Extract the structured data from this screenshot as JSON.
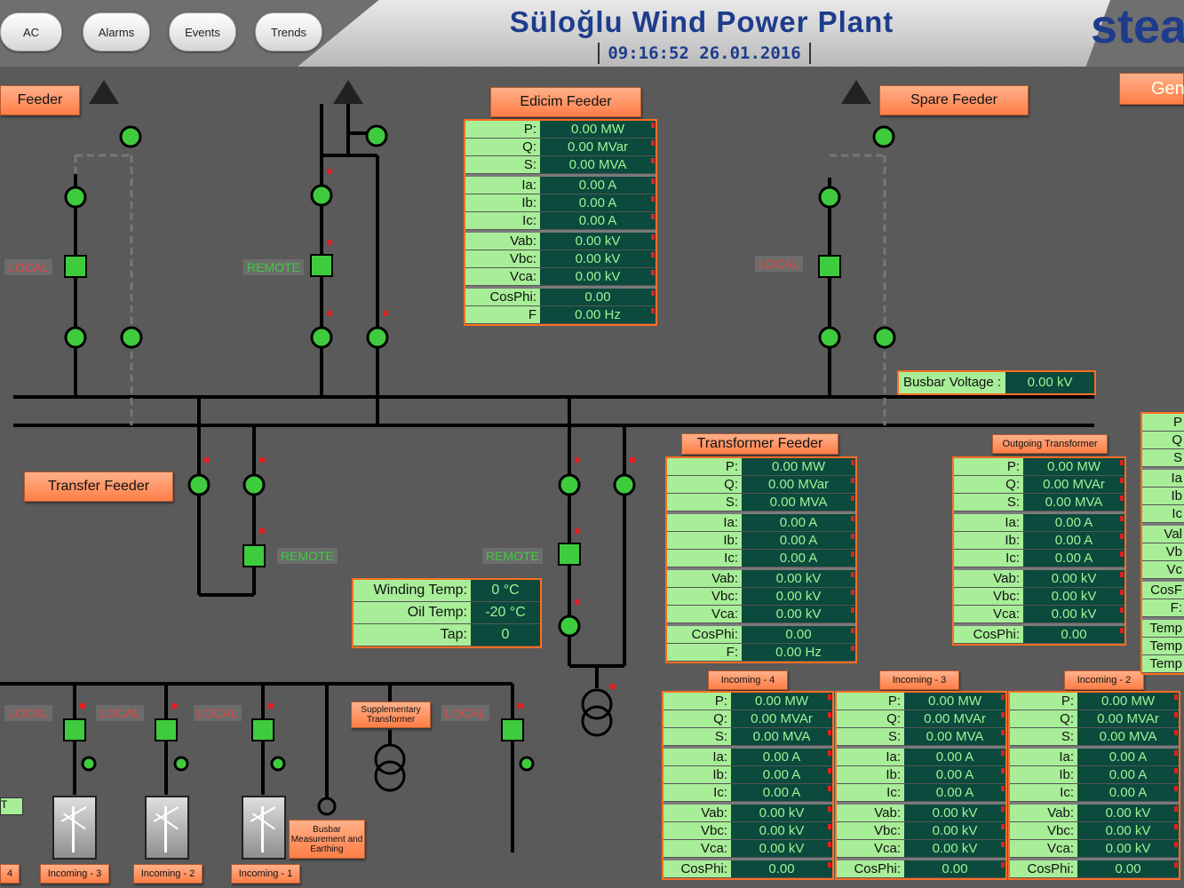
{
  "nav": {
    "ac": "AC",
    "alarms": "Alarms",
    "events": "Events",
    "trends": "Trends"
  },
  "header": {
    "title": "Süloğlu Wind Power Plant",
    "clock": "09:16:52 26.01.2016",
    "logo": "stea"
  },
  "feeders": {
    "left_feeder": "Feeder",
    "edicim": "Edicim Feeder",
    "spare": "Spare Feeder",
    "gen": "Gen",
    "transfer": "Transfer Feeder",
    "transformer": "Transformer Feeder",
    "outgoing": "Outgoing Transformer",
    "incoming4": "Incoming - 4",
    "incoming3": "Incoming - 3",
    "incoming2": "Incoming - 2",
    "supplementary": "Supplementary Transformer",
    "busbar_meas": "Busbar Measurement and Earthing",
    "bottom_in4": "4",
    "bottom_in3": "Incoming - 3",
    "bottom_in2": "Incoming - 2",
    "bottom_in1": "Incoming - 1"
  },
  "status": {
    "local": "LOCAL",
    "remote": "REMOTE",
    "t_tag": "T"
  },
  "busbar": {
    "label": "Busbar Voltage :",
    "value": "0.00 kV"
  },
  "temps": {
    "winding_label": "Winding Temp:",
    "winding": "0 °C",
    "oil_label": "Oil Temp:",
    "oil": "-20 °C",
    "tap_label": "Tap:",
    "tap": "0"
  },
  "labels": {
    "p": "P:",
    "q": "Q:",
    "s": "S:",
    "ia": "Ia:",
    "ib": "Ib:",
    "ic": "Ic:",
    "vab": "Vab:",
    "vbc": "Vbc:",
    "vca": "Vca:",
    "cosphi": "CosPhi:",
    "f": "F",
    "f2": "F:"
  },
  "values": {
    "p": "0.00 MW",
    "q": "0.00 MVar",
    "q2": "0.00 MVAr",
    "s": "0.00 MVA",
    "i": "0.00 A",
    "v": "0.00 kV",
    "cos": "0.00",
    "f": "0.00 Hz"
  },
  "right_panel": {
    "p": "P",
    "q": "Q",
    "s": "S",
    "ia": "Ia",
    "ib": "Ib",
    "ic": "Ic",
    "vab": "Val",
    "vbc": "Vb",
    "vca": "Vc",
    "cos": "CosF",
    "f": "F:",
    "t1": "Temp",
    "t2": "Temp",
    "t3": "Temp"
  },
  "colors": {
    "accent": "#ff7e46",
    "panel_bg": "#0b4a3c",
    "label_bg": "#a8ee98",
    "value_text": "#9cf597",
    "local": "#e14747",
    "remote": "#3ecc3e",
    "title": "#1d3c8c"
  }
}
